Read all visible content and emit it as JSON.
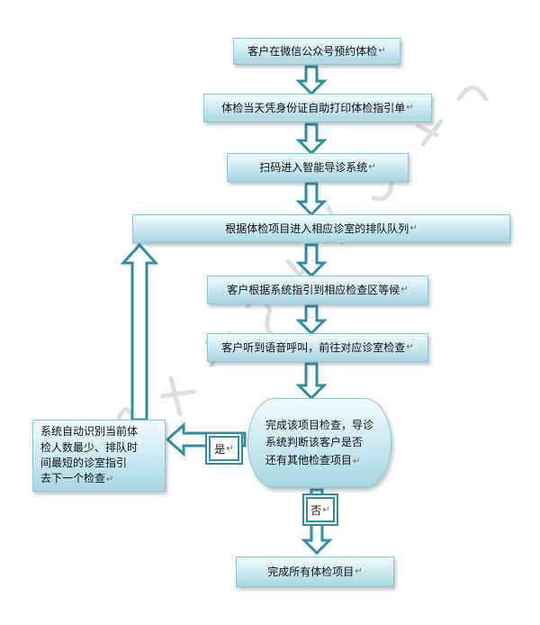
{
  "nodes": {
    "step1": "客户在微信公众号预约体检",
    "step2": "体检当天凭身份证自助打印体检指引单",
    "step3": "扫码进入智能导诊系统",
    "step4": "根据体检项目进入相应诊室的排队队列",
    "step5": "客户根据系统指引到相应检查区等候",
    "step6": "客户听到语音呼叫，前往对应诊室检查",
    "decision": [
      "完成该项目检查，导诊",
      "系统判断该客户是否",
      "还有其他检查项目"
    ],
    "loop_box": [
      "系统自动识别当前体",
      "检人数最少、排队时",
      "间最短的诊室指引",
      "去下一个检查"
    ],
    "final": "完成所有体检项目"
  },
  "edge_labels": {
    "yes": "是",
    "no": "否"
  },
  "return_mark": "↵",
  "colors": {
    "box_border": "#8fc6d3",
    "arrow_stroke": "#2f8da6",
    "arrow_fill": "#ffffff"
  }
}
